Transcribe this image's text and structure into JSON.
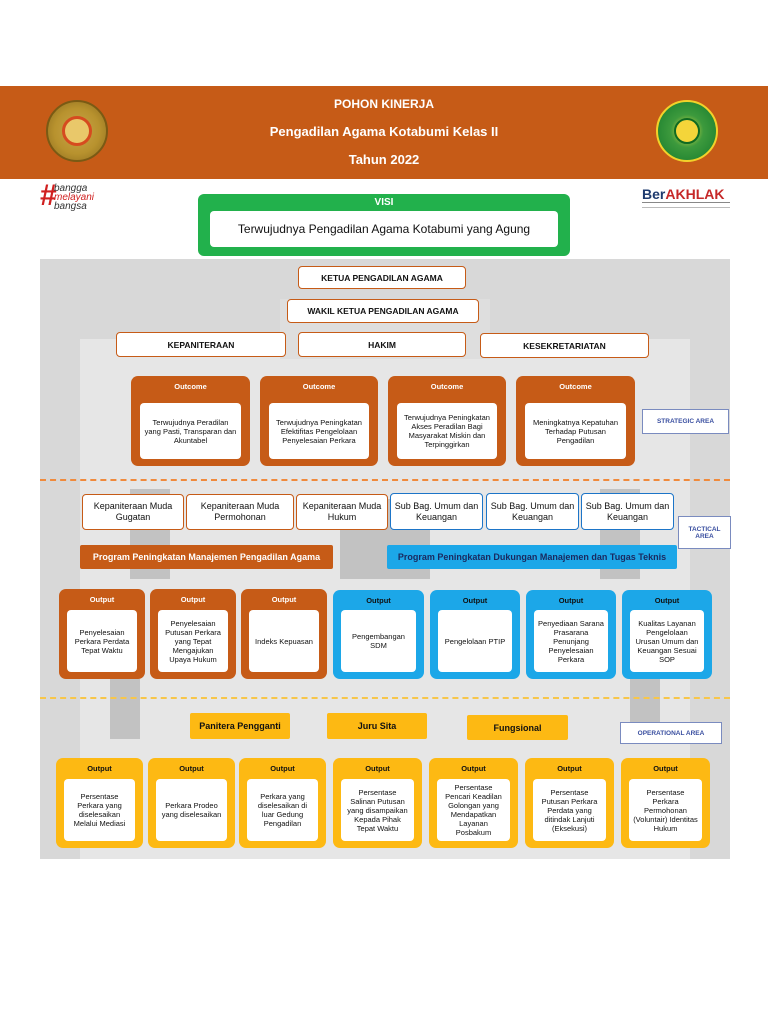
{
  "header": {
    "line1": "POHON KINERJA",
    "line2": "Pengadilan Agama Kotabumi Kelas II",
    "line3": "Tahun 2022"
  },
  "logo_left": {
    "line1": "bangga",
    "line2": "melayani",
    "line3": "bangsa"
  },
  "logo_right": {
    "ber": "Ber",
    "akhlak": "AKHLAK"
  },
  "visi": {
    "label": "VISI",
    "text": "Terwujudnya Pengadilan Agama Kotabumi yang Agung"
  },
  "org": {
    "ketua": "KETUA PENGADILAN AGAMA",
    "wakil": "WAKIL KETUA PENGADILAN AGAMA",
    "kepaniteraan": "KEPANITERAAN",
    "hakim": "HAKIM",
    "kesekretariatan": "KESEKRETARIATAN"
  },
  "outcomes": {
    "title": "Outcome",
    "items": [
      "Terwujudnya Peradilan yang Pasti, Transparan dan Akuntabel",
      "Terwujudnya Peningkatan Efektifitas Pengelolaan Penyelesaian Perkara",
      "Terwujudnya Peningkatan Akses Peradilan Bagi Masyarakat Miskin dan Terpinggirkan",
      "Meningkatnya Kepatuhan Terhadap Putusan Pengadilan"
    ]
  },
  "areas": {
    "strategic": "STRATEGIC AREA",
    "tactical": "TACTICAL AREA",
    "operational": "OPERATIONAL AREA"
  },
  "units": [
    "Kepaniteraan Muda Gugatan",
    "Kepaniteraan Muda Permohonan",
    "Kepaniteraan Muda Hukum",
    "Sub Bag. Umum dan Keuangan",
    "Sub Bag. Umum dan Keuangan",
    "Sub Bag. Umum dan Keuangan"
  ],
  "programs": {
    "left": "Program Peningkatan Manajemen Pengadilan Agama",
    "right": "Program Peningkatan Dukungan Manajemen dan Tugas Teknis"
  },
  "outputs_tactical": {
    "title": "Output",
    "items": [
      "Penyelesaian Perkara Perdata Tepat Waktu",
      "Penyelesaian Putusan Perkara yang Tepat Mengajukan Upaya Hukum",
      "Indeks Kepuasan",
      "Pengembangan SDM",
      "Pengelolaan PTIP",
      "Penyediaan Sarana Prasarana Penunjang Penyelesaian Perkara",
      "Kualitas Layanan Pengelolaan Urusan Umum dan Keuangan Sesuai SOP"
    ]
  },
  "roles": {
    "panitera": "Panitera Pengganti",
    "jurusita": "Juru Sita",
    "fungsional": "Fungsional"
  },
  "outputs_operational": {
    "title": "Output",
    "items": [
      "Persentase Perkara yang diselesaikan Melalui Mediasi",
      "Perkara Prodeo yang diselesaikan",
      "Perkara yang diselesaikan di luar Gedung Pengadilan",
      "Persentase Salinan Putusan yang disampaikan Kepada Pihak Tepat Waktu",
      "Persentase Pencari Keadilan Golongan yang Mendapatkan Layanan Posbakum",
      "Persentase Putusan Perkara Perdata yang ditindak Lanjuti (Eksekusi)",
      "Persentase Perkara Permohonan (Voluntair) Identitas Hukum"
    ]
  }
}
